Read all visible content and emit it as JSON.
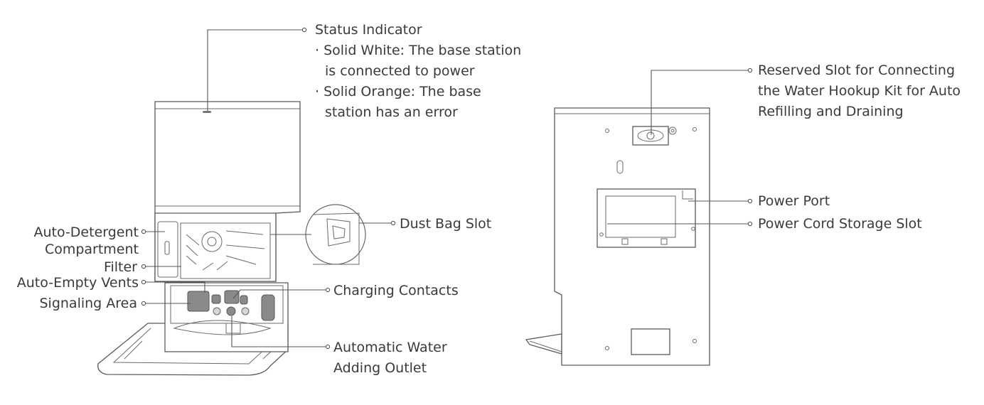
{
  "front_labels": {
    "status_indicator": {
      "title": "Status Indicator",
      "line1": "· Solid White: The base station",
      "line2": "is connected to power",
      "line3": "· Solid Orange: The base",
      "line4": "station has an error"
    },
    "auto_detergent": {
      "line1": "Auto-Detergent",
      "line2": "Compartment"
    },
    "filter": "Filter",
    "auto_empty_vents": "Auto-Empty Vents",
    "signaling_area": "Signaling Area",
    "dust_bag_slot": "Dust Bag Slot",
    "charging_contacts": "Charging Contacts",
    "water_outlet": {
      "line1": "Automatic Water",
      "line2": "Adding Outlet"
    }
  },
  "back_labels": {
    "reserved_slot": {
      "line1": "Reserved Slot for Connecting",
      "line2": "the Water Hookup Kit for Auto",
      "line3": "Refilling and Draining"
    },
    "power_port": "Power Port",
    "power_cord_storage": "Power Cord Storage Slot"
  }
}
